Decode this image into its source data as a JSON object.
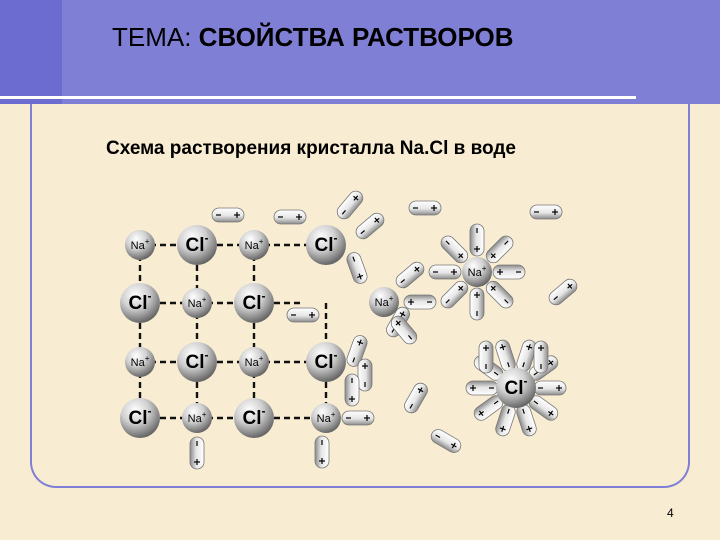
{
  "header": {
    "title_prefix": "ТЕМА: ",
    "title_main": "СВОЙСТВА РАСТВОРОВ"
  },
  "diagram": {
    "title": "Схема растворения кристалла Na.Cl в воде",
    "na_ion": "Na",
    "na_charge": "+",
    "cl_ion": "Cl",
    "cl_charge": "-",
    "lattice": [
      [
        "Na",
        "Cl",
        "Na",
        "Cl"
      ],
      [
        "Cl",
        "Na",
        "Cl",
        ""
      ],
      [
        "Na",
        "Cl",
        "Na",
        "Cl"
      ],
      [
        "Cl",
        "Na",
        "Cl",
        "Na"
      ]
    ]
  },
  "footer": {
    "page_number": "4"
  },
  "colors": {
    "background": "#f8ecd2",
    "header": "#7f7fd6",
    "sphere_light": "#ffffff",
    "sphere_dark": "#6a6a6a"
  }
}
